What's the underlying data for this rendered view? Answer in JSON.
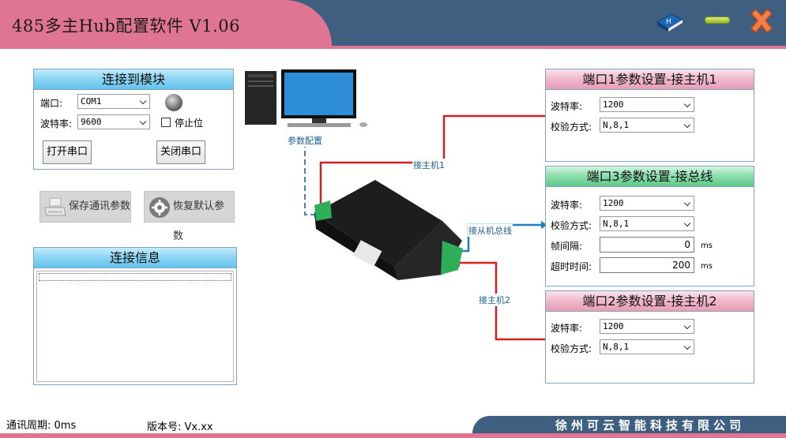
{
  "title": "485多主Hub配置软件  V1.06",
  "window": {
    "help_icon": "book-help-icon",
    "minimize_icon": "minimize-icon",
    "close_icon": "close-x-icon"
  },
  "connect_panel": {
    "header": "连接到模块",
    "port_label": "端口:",
    "port_value": "COM1",
    "baud_label": "波特率:",
    "baud_value": "9600",
    "stop_bit_label": "停止位",
    "open_button": "打开串口",
    "close_button": "关闭串口"
  },
  "actions": {
    "save_button": "保存通讯参数",
    "restore_button": "恢复默认参数"
  },
  "info_panel": {
    "header": "连接信息"
  },
  "diagram": {
    "pc_label": "参数配置",
    "master1_label": "接主机1",
    "slave_bus_label": "接从机总线",
    "master2_label": "接主机2"
  },
  "port1": {
    "header": "端口1参数设置-接主机1",
    "baud_label": "波特率:",
    "baud_value": "1200",
    "parity_label": "校验方式:",
    "parity_value": "N,8,1"
  },
  "port3": {
    "header": "端口3参数设置-接总线",
    "baud_label": "波特率:",
    "baud_value": "1200",
    "parity_label": "校验方式:",
    "parity_value": "N,8,1",
    "interval_label": "帧间隔:",
    "interval_value": "0",
    "interval_unit": "ms",
    "timeout_label": "超时时间:",
    "timeout_value": "200",
    "timeout_unit": "ms"
  },
  "port2": {
    "header": "端口2参数设置-接主机2",
    "baud_label": "波特率:",
    "baud_value": "1200",
    "parity_label": "校验方式:",
    "parity_value": "N,8,1"
  },
  "status": {
    "period": "通讯周期: 0ms",
    "version": "版本号: Vx.xx"
  },
  "footer": {
    "company": "徐州可云智能科技有限公司"
  },
  "colors": {
    "titlebar": "#3e5f80",
    "title_tab": "#e07593",
    "wire_red": "#d42020",
    "wire_blue": "#1f7fc0"
  }
}
